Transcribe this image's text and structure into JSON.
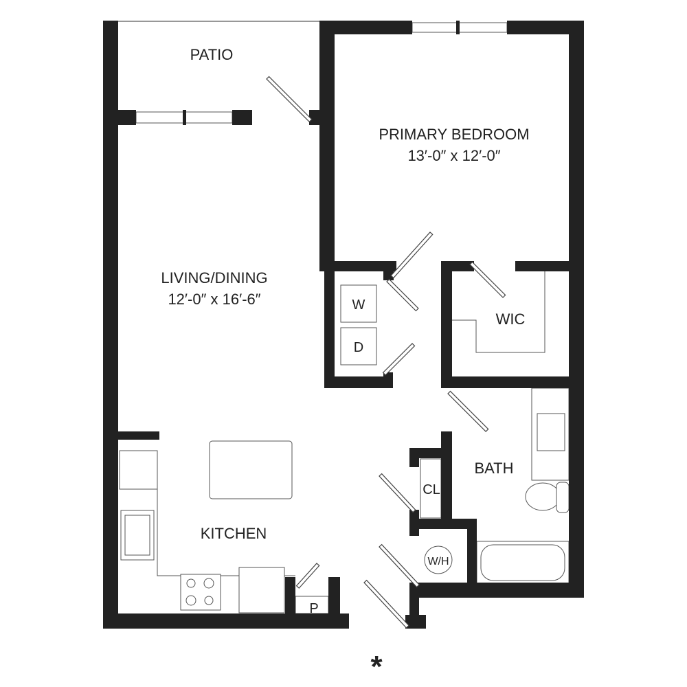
{
  "plan": {
    "rooms": {
      "patio": {
        "name": "PATIO"
      },
      "primary_bedroom": {
        "name": "PRIMARY BEDROOM",
        "size": "13′-0″ x 12′-0″"
      },
      "living_dining": {
        "name": "LIVING/DINING",
        "size": "12′-0″ x 16′-6″"
      },
      "wic": {
        "name": "WIC"
      },
      "bath": {
        "name": "BATH"
      },
      "kitchen": {
        "name": "KITCHEN"
      },
      "closet": {
        "name": "CL"
      },
      "pantry": {
        "name": "P"
      }
    },
    "appliances": {
      "washer": "W",
      "dryer": "D",
      "water_heater": "W/H"
    },
    "entry_marker": "*",
    "wall_color": "#222222"
  }
}
